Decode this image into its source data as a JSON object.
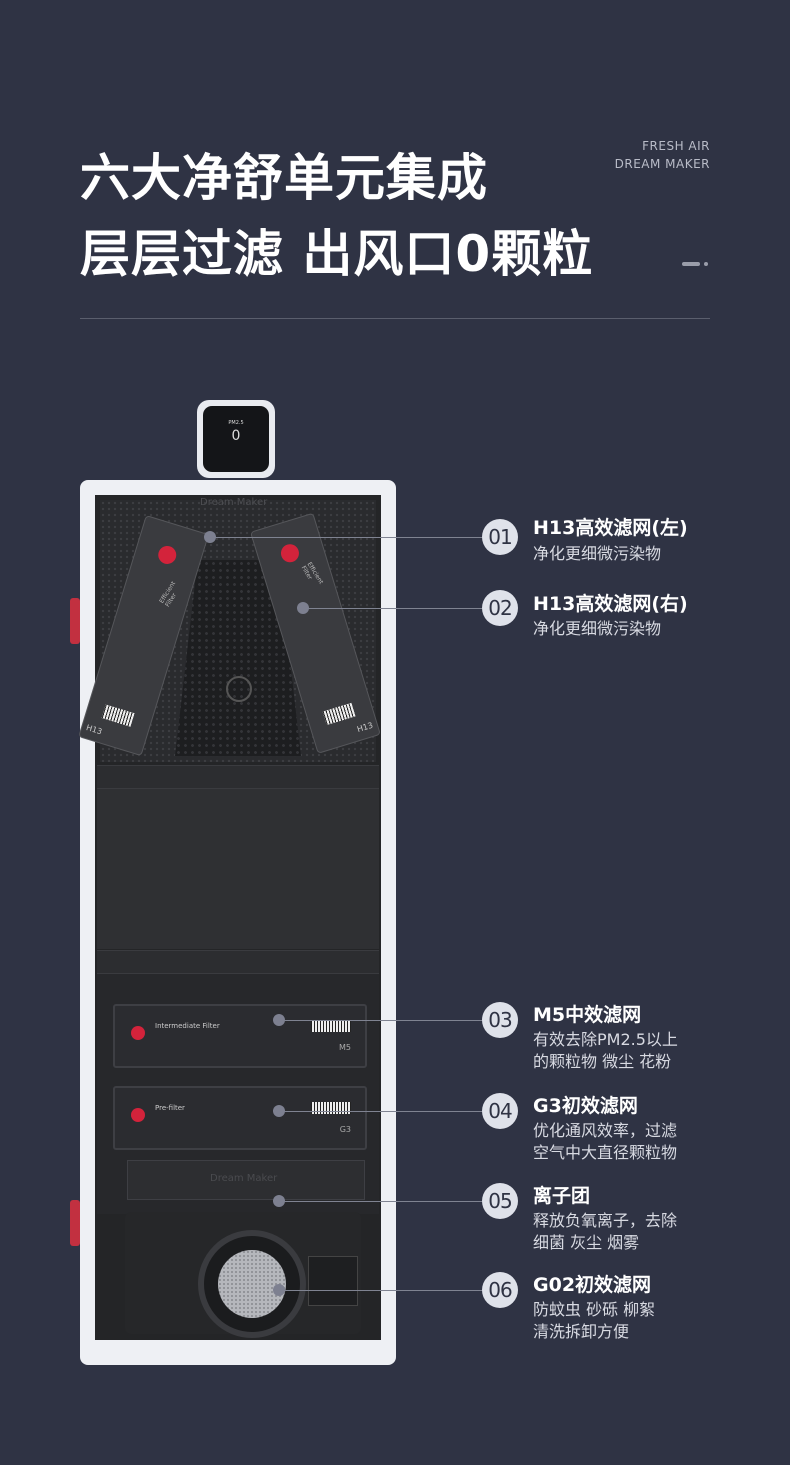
{
  "header": {
    "title_line1": "六大净舒单元集成",
    "title_line2": "层层过滤 出风口0颗粒",
    "tag_line1": "FRESH AIR",
    "tag_line2": "DREAM MAKER"
  },
  "device": {
    "panel_label": "PM2.5",
    "panel_value": "0",
    "filter_left_label": "H13",
    "filter_right_label": "H13",
    "filter_left_name": "Efficient Filter",
    "filter_right_name": "Efficient Filter",
    "top_brand": "Dream Maker",
    "ion_brand": "Dream Maker",
    "mid_filter_title": "Intermediate Filter",
    "mid_filter_code": "M5",
    "pre_filter_title": "Pre-filter",
    "pre_filter_code": "G3"
  },
  "callouts": [
    {
      "num": "01",
      "title": "H13高效滤网(左)",
      "desc": [
        "净化更细微污染物"
      ]
    },
    {
      "num": "02",
      "title": "H13高效滤网(右)",
      "desc": [
        "净化更细微污染物"
      ]
    },
    {
      "num": "03",
      "title": "M5中效滤网",
      "desc": [
        "有效去除PM2.5以上",
        "的颗粒物 微尘 花粉"
      ]
    },
    {
      "num": "04",
      "title": "G3初效滤网",
      "desc": [
        "优化通风效率，过滤",
        "空气中大直径颗粒物"
      ]
    },
    {
      "num": "05",
      "title": "离子团",
      "desc": [
        "释放负氧离子，去除",
        "细菌 灰尘 烟雾"
      ]
    },
    {
      "num": "06",
      "title": "G02初效滤网",
      "desc": [
        "防蚊虫 砂砾 柳絮",
        "清洗拆卸方便"
      ]
    }
  ],
  "colors": {
    "background": "#2f3344",
    "accent_red": "#d3233b",
    "badge": "#dfe2ea"
  }
}
